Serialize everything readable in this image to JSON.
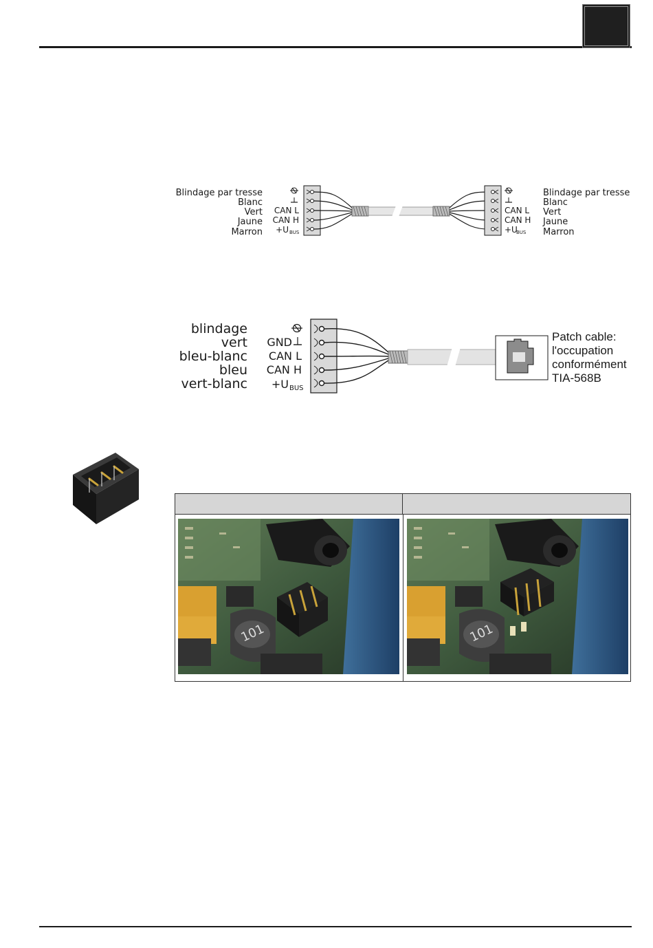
{
  "diagram1": {
    "left_labels": [
      "Blindage par tresse",
      "Blanc",
      "Vert",
      "Jaune",
      "Marron"
    ],
    "right_labels": [
      "Blindage par tresse",
      "Blanc",
      "Vert",
      "Jaune",
      "Marron"
    ],
    "pin_labels": [
      "CAN L",
      "CAN H",
      "+U"
    ],
    "bus_sub": "BUS",
    "shield_symbol": "shield-ground-symbol",
    "ground_symbol": "ground-symbol"
  },
  "diagram2": {
    "wire_labels": [
      "blindage",
      "vert",
      "bleu-blanc",
      "bleu",
      "vert-blanc"
    ],
    "pin_labels": [
      "GND",
      "CAN L",
      "CAN H",
      "+U"
    ],
    "bus_sub": "BUS",
    "note_lines": [
      "Patch cable:",
      "l'occupation",
      "conformément",
      "TIA-568B"
    ]
  },
  "table": {
    "header_left": "",
    "header_right": ""
  },
  "icons": {
    "jumper": "jumper-connector-icon",
    "rj45": "rj45-socket-icon"
  }
}
